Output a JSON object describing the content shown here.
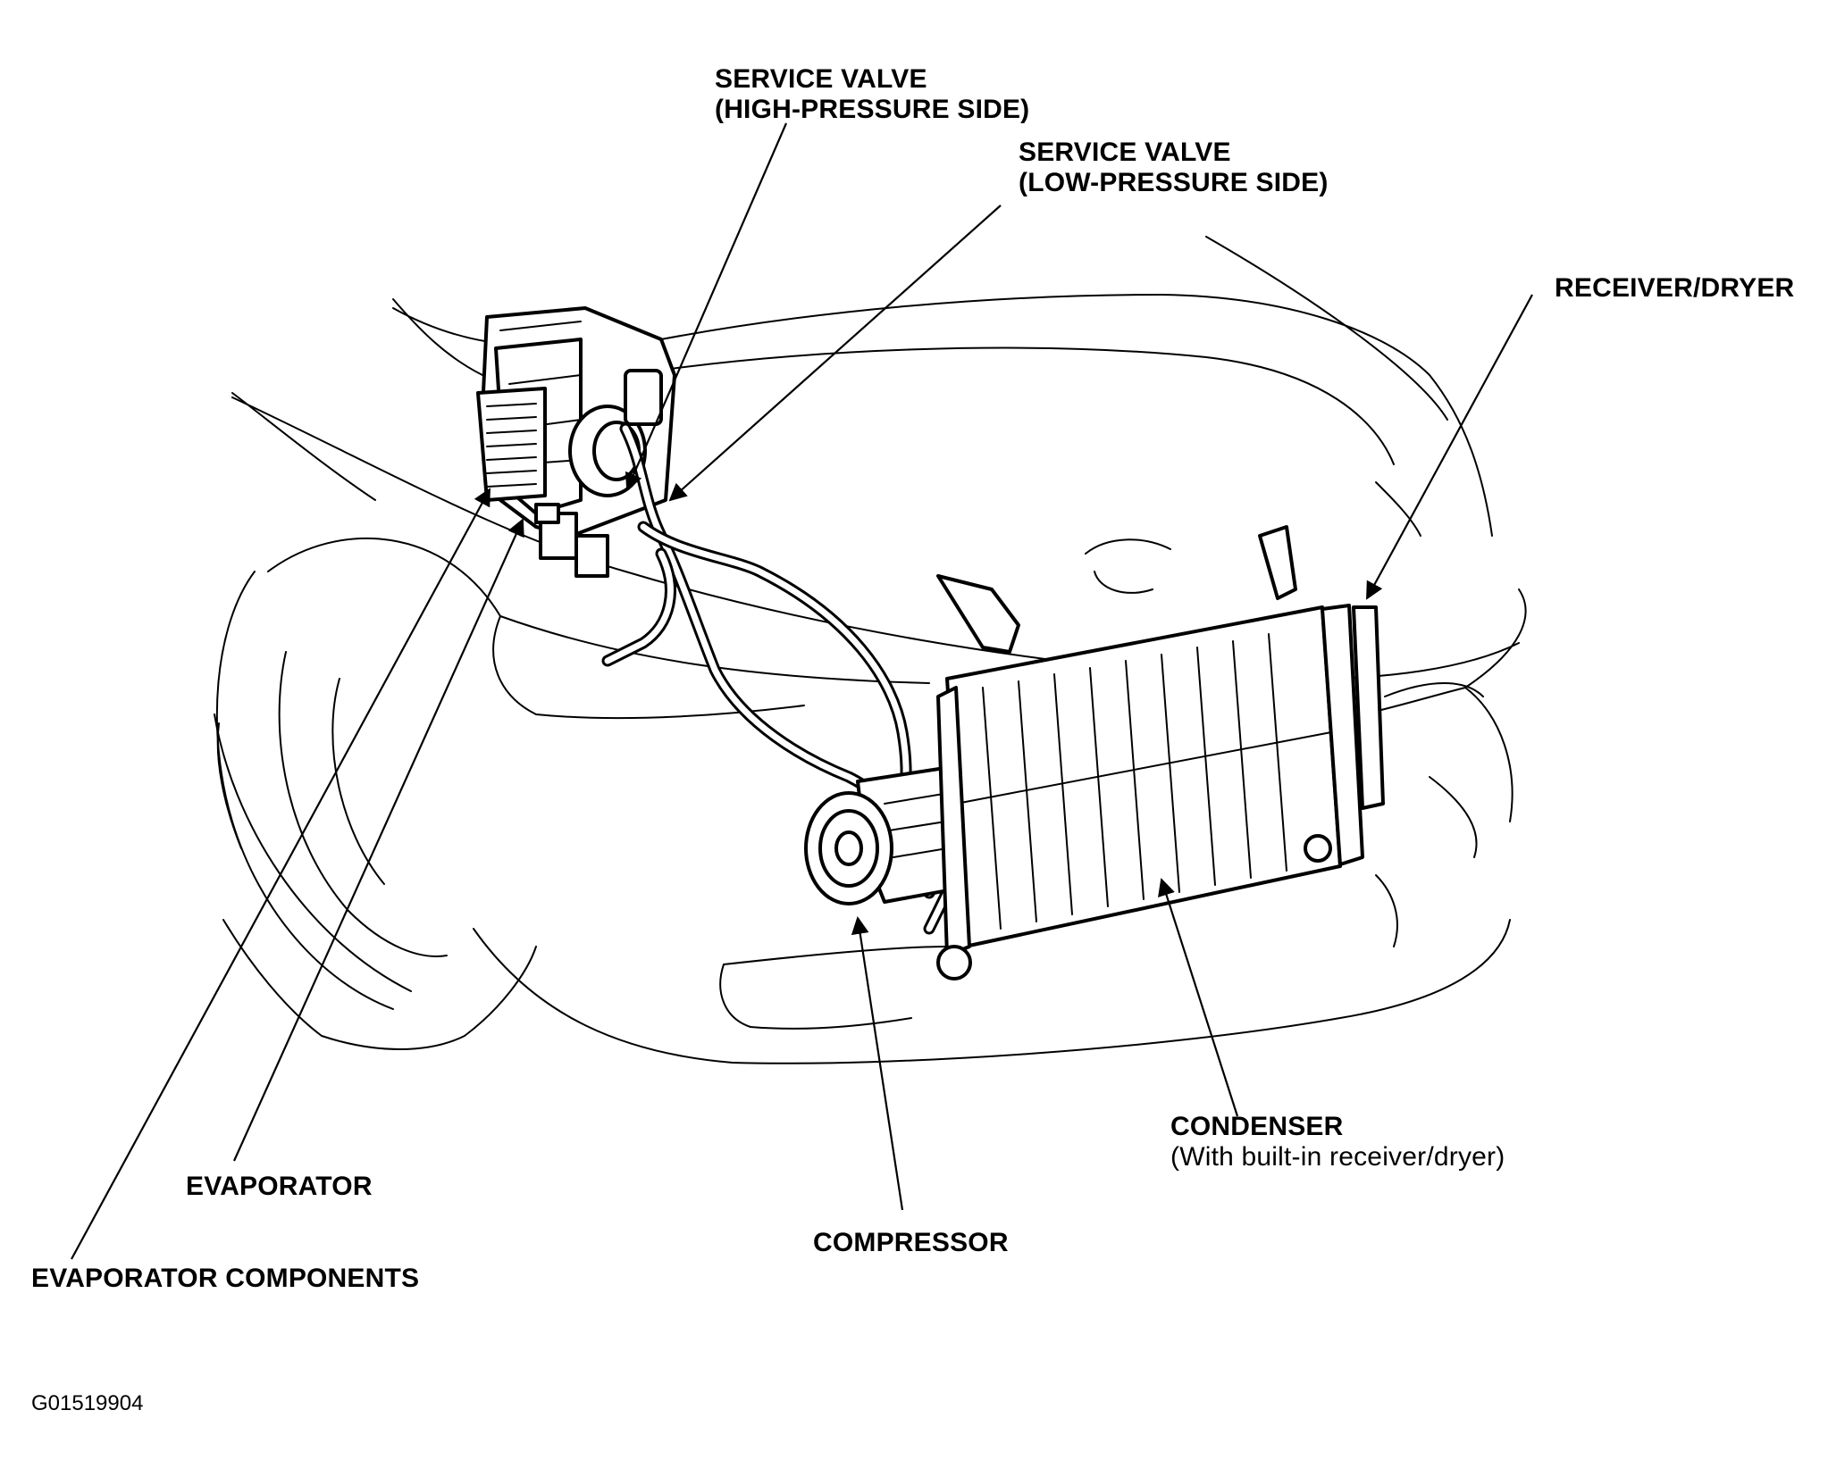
{
  "labels": {
    "service_valve_high_line1": "SERVICE VALVE",
    "service_valve_high_line2": "(HIGH-PRESSURE SIDE)",
    "service_valve_low_line1": "SERVICE VALVE",
    "service_valve_low_line2": "(LOW-PRESSURE SIDE)",
    "receiver_dryer": "RECEIVER/DRYER",
    "condenser": "CONDENSER",
    "condenser_note": "(With built-in receiver/dryer)",
    "evaporator": "EVAPORATOR",
    "compressor": "COMPRESSOR",
    "evaporator_components": "EVAPORATOR COMPONENTS"
  },
  "figure_code": "G01519904"
}
